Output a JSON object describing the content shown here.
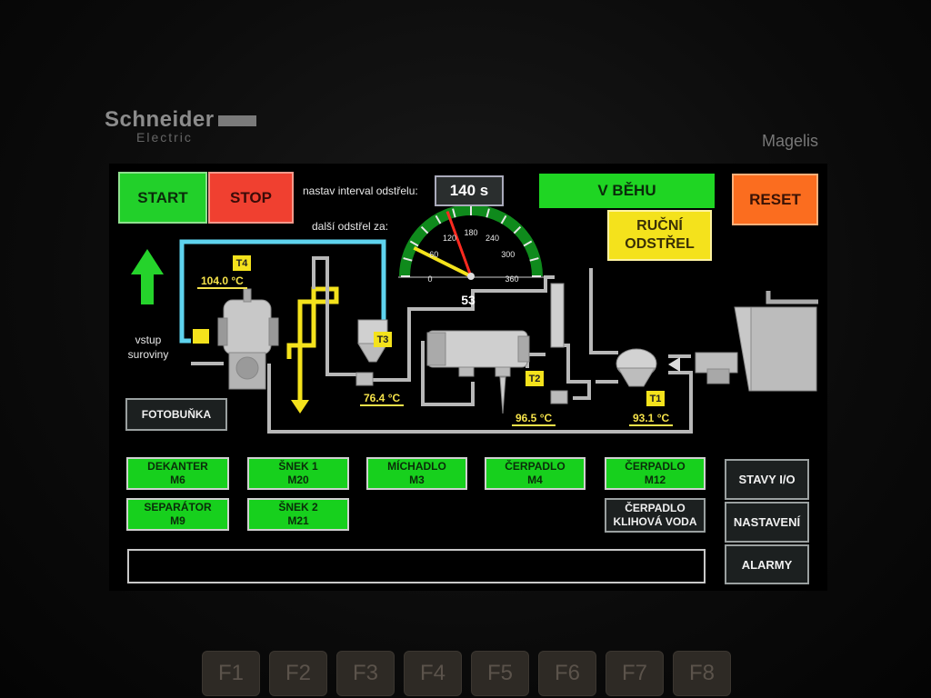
{
  "device": {
    "brand_name": "Schneider",
    "brand_sub": "Electric",
    "model": "Magelis"
  },
  "controls": {
    "start": "START",
    "stop": "STOP",
    "reset": "RESET",
    "status": "V BĚHU",
    "manual_shot_line1": "RUČNÍ",
    "manual_shot_line2": "ODSTŘEL",
    "interval_label": "nastav interval odstřelu:",
    "interval_value": "140 s",
    "next_shot_label": "další odstřel za:",
    "photocell": "FOTOBUŇKA",
    "raw_input_line1": "vstup",
    "raw_input_line2": "suroviny"
  },
  "gauge": {
    "ticks": [
      "0",
      "60",
      "120",
      "180",
      "240",
      "300",
      "360"
    ],
    "value": "53",
    "value_num": 53,
    "setpoint_num": 140,
    "max": 360
  },
  "sensors": [
    {
      "tag": "T4",
      "reading": "104.0 °C"
    },
    {
      "tag": "T3",
      "reading": "76.4 °C"
    },
    {
      "tag": "T2",
      "reading": "96.5 °C"
    },
    {
      "tag": "T1",
      "reading": "93.1 °C"
    }
  ],
  "motors": [
    {
      "name": "DEKANTER",
      "code": "M6"
    },
    {
      "name": "ŠNEK 1",
      "code": "M20"
    },
    {
      "name": "MÍCHADLO",
      "code": "M3"
    },
    {
      "name": "ČERPADLO",
      "code": "M4"
    },
    {
      "name": "ČERPADLO",
      "code": "M12"
    },
    {
      "name": "SEPARÁTOR",
      "code": "M9"
    },
    {
      "name": "ŠNEK 2",
      "code": "M21"
    },
    {
      "name": "ČERPADLO",
      "code": "KLIHOVÁ VODA"
    }
  ],
  "menu": {
    "io_states": "STAVY I/O",
    "settings": "NASTAVENÍ",
    "alarms": "ALARMY"
  },
  "message_bar": "",
  "function_keys": [
    "F1",
    "F2",
    "F3",
    "F4",
    "F5",
    "F6",
    "F7",
    "F8"
  ],
  "colors": {
    "run_green": "#1fd523",
    "stop_red": "#f04030",
    "reset_orange": "#fb6d1f",
    "manual_yellow": "#f4e21c",
    "pipe_cyan": "#5ed3ee",
    "pipe_yellow": "#f4e21c"
  }
}
